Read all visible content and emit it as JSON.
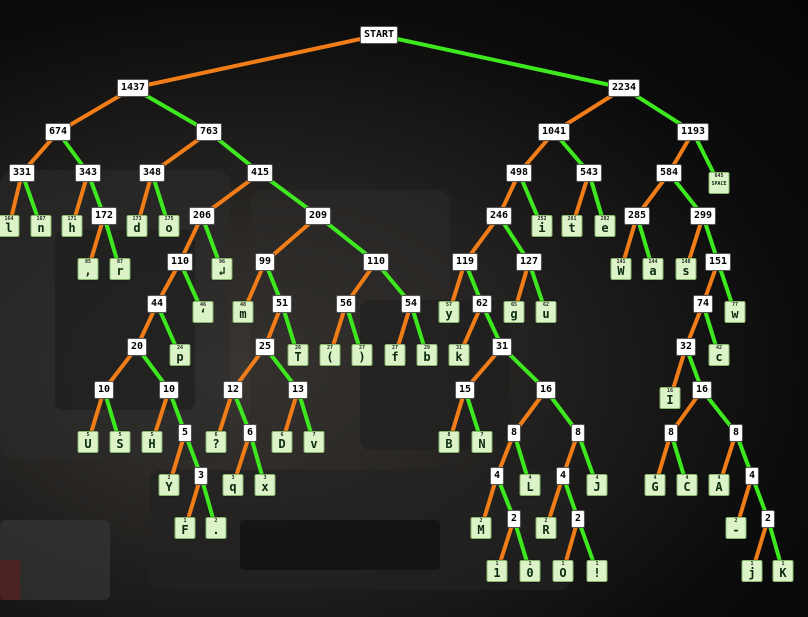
{
  "tree": {
    "root_label": "START",
    "edge_colors": {
      "left": "#f07d18",
      "right": "#3ee81f"
    },
    "internal": [
      {
        "id": "root",
        "t": "START"
      },
      {
        "id": "L",
        "t": "1437"
      },
      {
        "id": "R",
        "t": "2234"
      },
      {
        "id": "n674",
        "t": "674"
      },
      {
        "id": "n763",
        "t": "763"
      },
      {
        "id": "n331",
        "t": "331"
      },
      {
        "id": "n343",
        "t": "343"
      },
      {
        "id": "n172",
        "t": "172"
      },
      {
        "id": "n348",
        "t": "348"
      },
      {
        "id": "n415",
        "t": "415"
      },
      {
        "id": "n206",
        "t": "206"
      },
      {
        "id": "n110a",
        "t": "110"
      },
      {
        "id": "n44",
        "t": "44"
      },
      {
        "id": "n20",
        "t": "20"
      },
      {
        "id": "n10a",
        "t": "10"
      },
      {
        "id": "n10b",
        "t": "10"
      },
      {
        "id": "n5a",
        "t": "5"
      },
      {
        "id": "n3",
        "t": "3"
      },
      {
        "id": "n209",
        "t": "209"
      },
      {
        "id": "n99",
        "t": "99"
      },
      {
        "id": "n51",
        "t": "51"
      },
      {
        "id": "n25",
        "t": "25"
      },
      {
        "id": "n12",
        "t": "12"
      },
      {
        "id": "n6",
        "t": "6"
      },
      {
        "id": "n13",
        "t": "13"
      },
      {
        "id": "n110b",
        "t": "110"
      },
      {
        "id": "n56",
        "t": "56"
      },
      {
        "id": "n54",
        "t": "54"
      },
      {
        "id": "n1041",
        "t": "1041"
      },
      {
        "id": "n498",
        "t": "498"
      },
      {
        "id": "n246",
        "t": "246"
      },
      {
        "id": "n119",
        "t": "119"
      },
      {
        "id": "n62",
        "t": "62"
      },
      {
        "id": "n31",
        "t": "31"
      },
      {
        "id": "n15",
        "t": "15"
      },
      {
        "id": "n16a",
        "t": "16"
      },
      {
        "id": "n8a",
        "t": "8"
      },
      {
        "id": "n4a",
        "t": "4"
      },
      {
        "id": "n2a",
        "t": "2"
      },
      {
        "id": "n8b",
        "t": "8"
      },
      {
        "id": "n4b",
        "t": "4"
      },
      {
        "id": "n2b",
        "t": "2"
      },
      {
        "id": "n127",
        "t": "127"
      },
      {
        "id": "n543",
        "t": "543"
      },
      {
        "id": "n1193",
        "t": "1193"
      },
      {
        "id": "n584",
        "t": "584"
      },
      {
        "id": "n285",
        "t": "285"
      },
      {
        "id": "n299",
        "t": "299"
      },
      {
        "id": "n151",
        "t": "151"
      },
      {
        "id": "n74",
        "t": "74"
      },
      {
        "id": "n32",
        "t": "32"
      },
      {
        "id": "n16b",
        "t": "16"
      },
      {
        "id": "n8c",
        "t": "8"
      },
      {
        "id": "n8d",
        "t": "8"
      },
      {
        "id": "n4c",
        "t": "4"
      },
      {
        "id": "n2c",
        "t": "2"
      }
    ],
    "leaves": [
      {
        "id": "l_l",
        "c": "164",
        "s": "l"
      },
      {
        "id": "l_n",
        "c": "167",
        "s": "n"
      },
      {
        "id": "l_h",
        "c": "171",
        "s": "h"
      },
      {
        "id": "l_comma",
        "c": "85",
        "s": ","
      },
      {
        "id": "l_r",
        "c": "87",
        "s": "r"
      },
      {
        "id": "l_d",
        "c": "173",
        "s": "d"
      },
      {
        "id": "l_o",
        "c": "175",
        "s": "o"
      },
      {
        "id": "l_enter",
        "c": "96",
        "s": "↲"
      },
      {
        "id": "l_quote",
        "c": "46",
        "s": "‘"
      },
      {
        "id": "l_p",
        "c": "24",
        "s": "p"
      },
      {
        "id": "l_U",
        "c": "5",
        "s": "U"
      },
      {
        "id": "l_S",
        "c": "5",
        "s": "S"
      },
      {
        "id": "l_H",
        "c": "5",
        "s": "H"
      },
      {
        "id": "l_Y",
        "c": "2",
        "s": "Y"
      },
      {
        "id": "l_F",
        "c": "1",
        "s": "F"
      },
      {
        "id": "l_dot",
        "c": "2",
        "s": "."
      },
      {
        "id": "l_m",
        "c": "48",
        "s": "m"
      },
      {
        "id": "l_T",
        "c": "26",
        "s": "T"
      },
      {
        "id": "l_q2",
        "c": "6",
        "s": "?"
      },
      {
        "id": "l_q",
        "c": "3",
        "s": "q"
      },
      {
        "id": "l_x",
        "c": "3",
        "s": "x"
      },
      {
        "id": "l_D",
        "c": "6",
        "s": "D"
      },
      {
        "id": "l_v",
        "c": "7",
        "s": "v"
      },
      {
        "id": "l_lp",
        "c": "27",
        "s": "("
      },
      {
        "id": "l_rp",
        "c": "27",
        "s": ")"
      },
      {
        "id": "l_f",
        "c": "27",
        "s": "f"
      },
      {
        "id": "l_b",
        "c": "29",
        "s": "b"
      },
      {
        "id": "l_i",
        "c": "252",
        "s": "i"
      },
      {
        "id": "l_y",
        "c": "57",
        "s": "y"
      },
      {
        "id": "l_k",
        "c": "31",
        "s": "k"
      },
      {
        "id": "l_B",
        "c": "8",
        "s": "B"
      },
      {
        "id": "l_N",
        "c": "7",
        "s": "N"
      },
      {
        "id": "l_L",
        "c": "4",
        "s": "L"
      },
      {
        "id": "l_M",
        "c": "2",
        "s": "M"
      },
      {
        "id": "l_1",
        "c": "1",
        "s": "1"
      },
      {
        "id": "l_0",
        "c": "1",
        "s": "0"
      },
      {
        "id": "l_J",
        "c": "4",
        "s": "J"
      },
      {
        "id": "l_R",
        "c": "2",
        "s": "R"
      },
      {
        "id": "l_O",
        "c": "1",
        "s": "O"
      },
      {
        "id": "l_ex",
        "c": "1",
        "s": "!"
      },
      {
        "id": "l_g",
        "c": "65",
        "s": "g"
      },
      {
        "id": "l_u",
        "c": "62",
        "s": "u"
      },
      {
        "id": "l_t",
        "c": "261",
        "s": "t"
      },
      {
        "id": "l_e",
        "c": "282",
        "s": "e"
      },
      {
        "id": "l_space",
        "c": "645",
        "s": "SPACE"
      },
      {
        "id": "l_W",
        "c": "141",
        "s": "W"
      },
      {
        "id": "l_a",
        "c": "144",
        "s": "a"
      },
      {
        "id": "l_s",
        "c": "148",
        "s": "s"
      },
      {
        "id": "l_w",
        "c": "77",
        "s": "w"
      },
      {
        "id": "l_c",
        "c": "42",
        "s": "c"
      },
      {
        "id": "l_I",
        "c": "16",
        "s": "I"
      },
      {
        "id": "l_G",
        "c": "4",
        "s": "G"
      },
      {
        "id": "l_C",
        "c": "4",
        "s": "C"
      },
      {
        "id": "l_A",
        "c": "4",
        "s": "A"
      },
      {
        "id": "l_dash",
        "c": "2",
        "s": "-"
      },
      {
        "id": "l_j",
        "c": "1",
        "s": "j"
      },
      {
        "id": "l_K",
        "c": "1",
        "s": "K"
      }
    ],
    "edges": [
      [
        "root",
        "L",
        "left"
      ],
      [
        "root",
        "R",
        "right"
      ],
      [
        "L",
        "n674",
        "left"
      ],
      [
        "L",
        "n763",
        "right"
      ],
      [
        "n674",
        "n331",
        "left"
      ],
      [
        "n674",
        "n343",
        "right"
      ],
      [
        "n331",
        "l_l",
        "left"
      ],
      [
        "n331",
        "l_n",
        "right"
      ],
      [
        "n343",
        "l_h",
        "left"
      ],
      [
        "n343",
        "n172",
        "right"
      ],
      [
        "n172",
        "l_comma",
        "left"
      ],
      [
        "n172",
        "l_r",
        "right"
      ],
      [
        "n763",
        "n348",
        "left"
      ],
      [
        "n763",
        "n415",
        "right"
      ],
      [
        "n348",
        "l_d",
        "left"
      ],
      [
        "n348",
        "l_o",
        "right"
      ],
      [
        "n415",
        "n206",
        "left"
      ],
      [
        "n415",
        "n209",
        "right"
      ],
      [
        "n206",
        "n110a",
        "left"
      ],
      [
        "n206",
        "l_enter",
        "right"
      ],
      [
        "n110a",
        "n44",
        "left"
      ],
      [
        "n110a",
        "l_quote",
        "right"
      ],
      [
        "n44",
        "n20",
        "left"
      ],
      [
        "n44",
        "l_p",
        "right"
      ],
      [
        "n20",
        "n10a",
        "left"
      ],
      [
        "n20",
        "n10b",
        "right"
      ],
      [
        "n10a",
        "l_U",
        "left"
      ],
      [
        "n10a",
        "l_S",
        "right"
      ],
      [
        "n10b",
        "l_H",
        "left"
      ],
      [
        "n10b",
        "n5a",
        "right"
      ],
      [
        "n5a",
        "l_Y",
        "left"
      ],
      [
        "n5a",
        "n3",
        "right"
      ],
      [
        "n3",
        "l_F",
        "left"
      ],
      [
        "n3",
        "l_dot",
        "right"
      ],
      [
        "n209",
        "n99",
        "left"
      ],
      [
        "n209",
        "n110b",
        "right"
      ],
      [
        "n99",
        "l_m",
        "left"
      ],
      [
        "n99",
        "n51",
        "right"
      ],
      [
        "n51",
        "n25",
        "left"
      ],
      [
        "n51",
        "l_T",
        "right"
      ],
      [
        "n25",
        "n12",
        "left"
      ],
      [
        "n25",
        "n13",
        "right"
      ],
      [
        "n12",
        "l_q2",
        "left"
      ],
      [
        "n12",
        "n6",
        "right"
      ],
      [
        "n6",
        "l_q",
        "left"
      ],
      [
        "n6",
        "l_x",
        "right"
      ],
      [
        "n13",
        "l_D",
        "left"
      ],
      [
        "n13",
        "l_v",
        "right"
      ],
      [
        "n110b",
        "n56",
        "left"
      ],
      [
        "n110b",
        "n54",
        "right"
      ],
      [
        "n56",
        "l_lp",
        "left"
      ],
      [
        "n56",
        "l_rp",
        "right"
      ],
      [
        "n54",
        "l_f",
        "left"
      ],
      [
        "n54",
        "l_b",
        "right"
      ],
      [
        "R",
        "n1041",
        "left"
      ],
      [
        "R",
        "n1193",
        "right"
      ],
      [
        "n1041",
        "n498",
        "left"
      ],
      [
        "n1041",
        "n543",
        "right"
      ],
      [
        "n498",
        "n246",
        "left"
      ],
      [
        "n498",
        "l_i",
        "right"
      ],
      [
        "n246",
        "n119",
        "left"
      ],
      [
        "n246",
        "n127",
        "right"
      ],
      [
        "n119",
        "l_y",
        "left"
      ],
      [
        "n119",
        "n62",
        "right"
      ],
      [
        "n62",
        "l_k",
        "left"
      ],
      [
        "n62",
        "n31",
        "right"
      ],
      [
        "n31",
        "n15",
        "left"
      ],
      [
        "n31",
        "n16a",
        "right"
      ],
      [
        "n15",
        "l_B",
        "left"
      ],
      [
        "n15",
        "l_N",
        "right"
      ],
      [
        "n16a",
        "n8a",
        "left"
      ],
      [
        "n16a",
        "n8b",
        "right"
      ],
      [
        "n8a",
        "n4a",
        "left"
      ],
      [
        "n8a",
        "l_L",
        "right"
      ],
      [
        "n4a",
        "l_M",
        "left"
      ],
      [
        "n4a",
        "n2a",
        "right"
      ],
      [
        "n2a",
        "l_1",
        "left"
      ],
      [
        "n2a",
        "l_0",
        "right"
      ],
      [
        "n8b",
        "n4b",
        "left"
      ],
      [
        "n8b",
        "l_J",
        "right"
      ],
      [
        "n4b",
        "l_R",
        "left"
      ],
      [
        "n4b",
        "n2b",
        "right"
      ],
      [
        "n2b",
        "l_O",
        "left"
      ],
      [
        "n2b",
        "l_ex",
        "right"
      ],
      [
        "n127",
        "l_g",
        "left"
      ],
      [
        "n127",
        "l_u",
        "right"
      ],
      [
        "n543",
        "l_t",
        "left"
      ],
      [
        "n543",
        "l_e",
        "right"
      ],
      [
        "n1193",
        "n584",
        "left"
      ],
      [
        "n1193",
        "l_space",
        "right"
      ],
      [
        "n584",
        "n285",
        "left"
      ],
      [
        "n584",
        "n299",
        "right"
      ],
      [
        "n285",
        "l_W",
        "left"
      ],
      [
        "n285",
        "l_a",
        "right"
      ],
      [
        "n299",
        "l_s",
        "left"
      ],
      [
        "n299",
        "n151",
        "right"
      ],
      [
        "n151",
        "n74",
        "left"
      ],
      [
        "n151",
        "l_w",
        "right"
      ],
      [
        "n74",
        "n32",
        "left"
      ],
      [
        "n74",
        "l_c",
        "right"
      ],
      [
        "n32",
        "l_I",
        "left"
      ],
      [
        "n32",
        "n16b",
        "right"
      ],
      [
        "n16b",
        "n8c",
        "left"
      ],
      [
        "n16b",
        "n8d",
        "right"
      ],
      [
        "n8c",
        "l_G",
        "left"
      ],
      [
        "n8c",
        "l_C",
        "right"
      ],
      [
        "n8d",
        "l_A",
        "left"
      ],
      [
        "n8d",
        "n4c",
        "right"
      ],
      [
        "n4c",
        "l_dash",
        "left"
      ],
      [
        "n4c",
        "n2c",
        "right"
      ],
      [
        "n2c",
        "l_j",
        "left"
      ],
      [
        "n2c",
        "l_K",
        "right"
      ]
    ]
  }
}
